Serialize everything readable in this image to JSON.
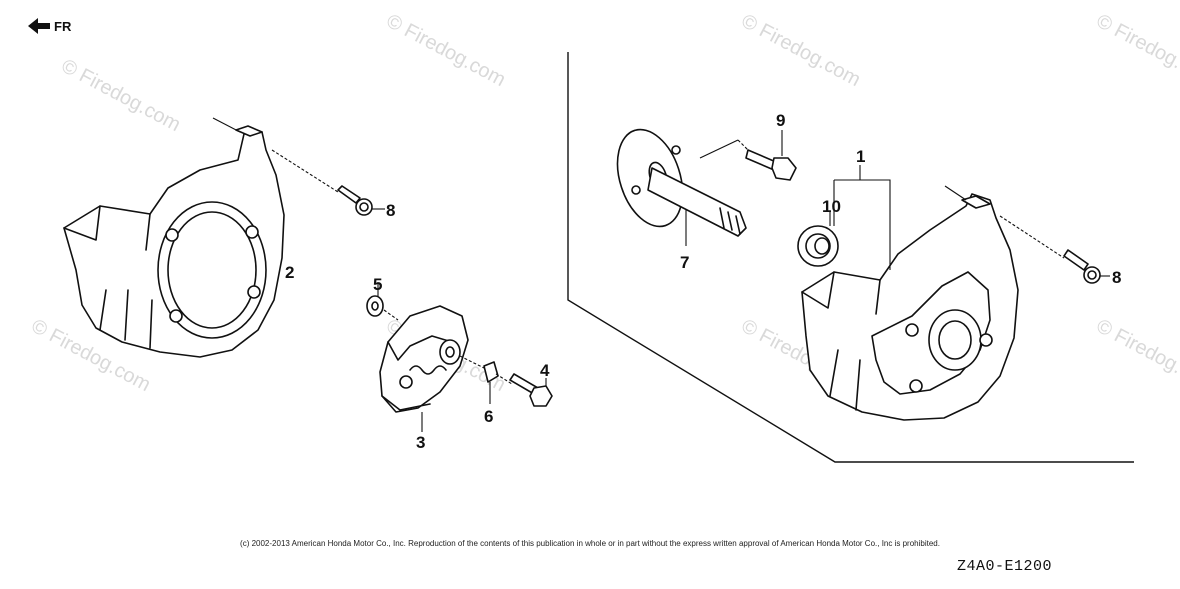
{
  "diagram": {
    "brand_text": "FR",
    "watermark_text": "© Firedog.com",
    "copyright": "(c) 2002-2013 American Honda Motor Co., Inc. Reproduction of the contents of this publication in whole or in part without the express written approval of American Honda Motor Co., Inc is prohibited.",
    "diagram_code": "Z4A0-E1200",
    "callouts": {
      "c1": "1",
      "c2": "2",
      "c3": "3",
      "c4": "4",
      "c5": "5",
      "c6": "6",
      "c7": "7",
      "c8a": "8",
      "c8b": "8",
      "c9": "9",
      "c10": "10"
    }
  }
}
